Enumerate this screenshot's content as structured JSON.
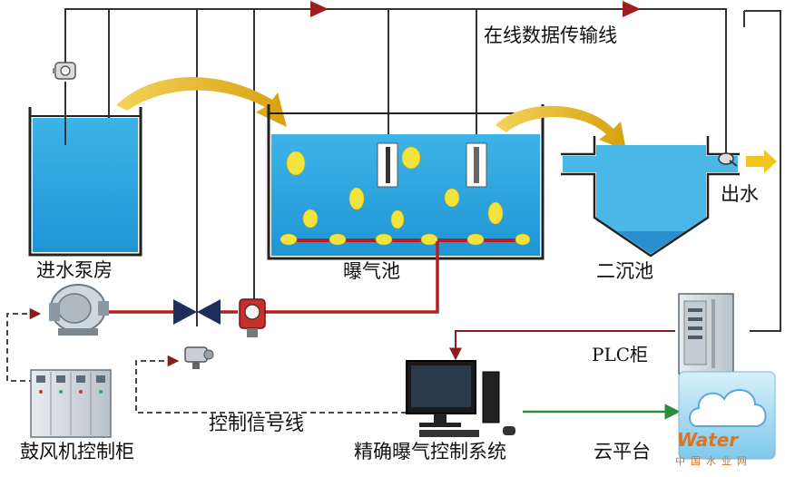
{
  "labels": {
    "online_data_line": "在线数据传输线",
    "intake_pump_house": "进水泵房",
    "aeration_tank": "曝气池",
    "secondary_clarifier": "二沉池",
    "effluent": "出水",
    "plc_cabinet": "PLC柜",
    "control_signal_line": "控制信号线",
    "blower_control_cabinet": "鼓风机控制柜",
    "precise_aeration_system": "精确曝气控制系统",
    "cloud_platform": "云平台"
  },
  "watermark": {
    "brand": "Water",
    "subtitle": "中国水业网"
  },
  "colors": {
    "water": "#2aa6de",
    "water_light": "#5ec4ec",
    "tank_stroke": "#222222",
    "bubble": "#f4e33a",
    "air_pipe": "#b3201f",
    "data_line": "#333333",
    "arrow_red": "#b3201f",
    "flow_arrow": "#e2b21f",
    "cloud_line": "#2e8b3a"
  }
}
